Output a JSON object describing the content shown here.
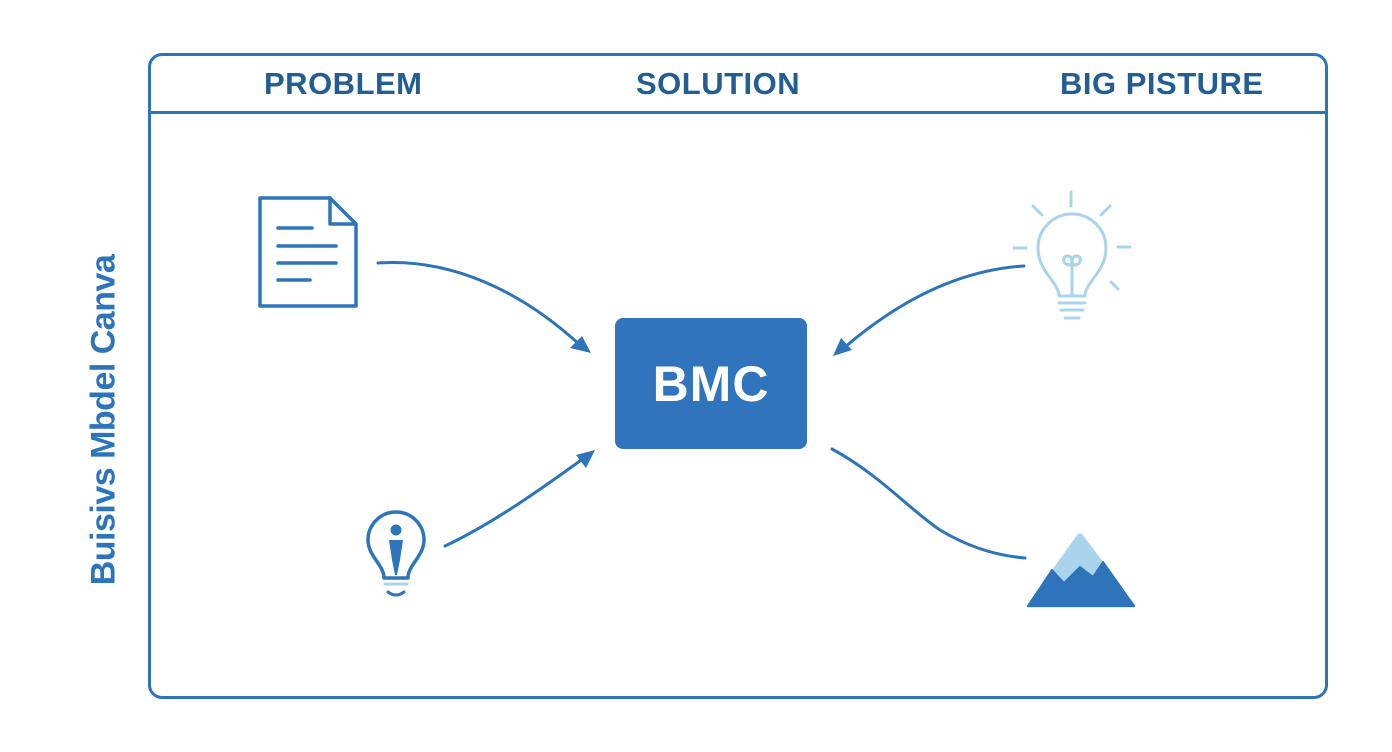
{
  "header": {
    "columns": [
      {
        "label": "PROBLEM"
      },
      {
        "label": "SOLUTION"
      },
      {
        "label": "BIG PISTURE"
      }
    ]
  },
  "side_label": "Buisivs Mbdel Canva",
  "center": {
    "label": "BMC"
  },
  "icons": {
    "document": "document-icon",
    "lightbulb_person": "lightbulb-person-icon",
    "lightbulb_idea": "lightbulb-idea-icon",
    "mountain": "mountain-icon"
  },
  "colors": {
    "primary": "#2e74bb",
    "heading": "#225e93",
    "light": "#a9d4ec",
    "box_fill": "#2f74bd"
  }
}
